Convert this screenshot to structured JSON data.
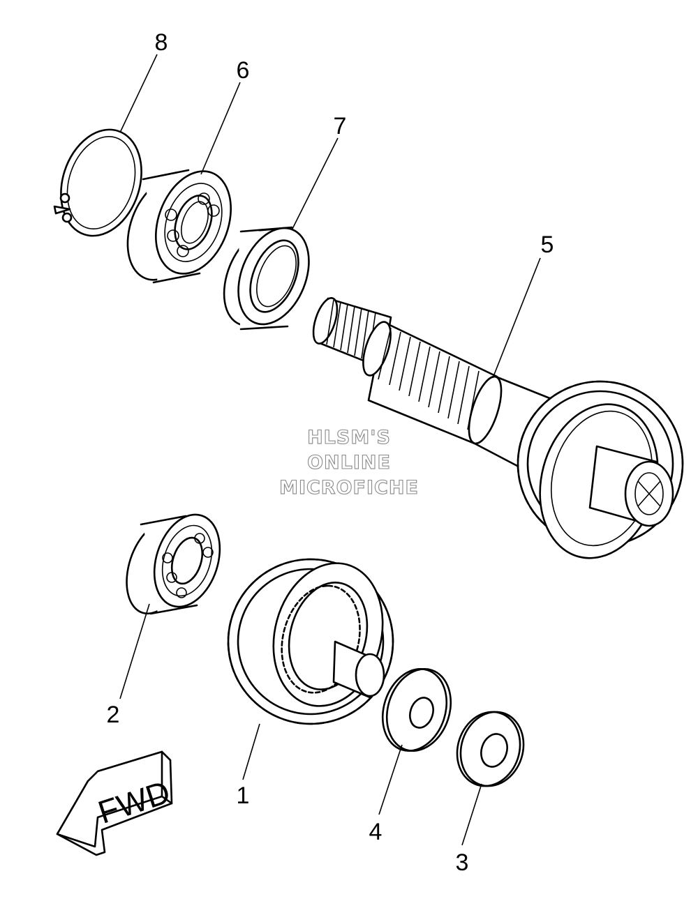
{
  "diagram": {
    "callouts": {
      "c1": "1",
      "c2": "2",
      "c3": "3",
      "c4": "4",
      "c5": "5",
      "c6": "6",
      "c7": "7",
      "c8": "8"
    },
    "watermark": [
      "HLSM'S",
      "ONLINE",
      "MICROFICHE"
    ],
    "direction_label": "FWD"
  }
}
